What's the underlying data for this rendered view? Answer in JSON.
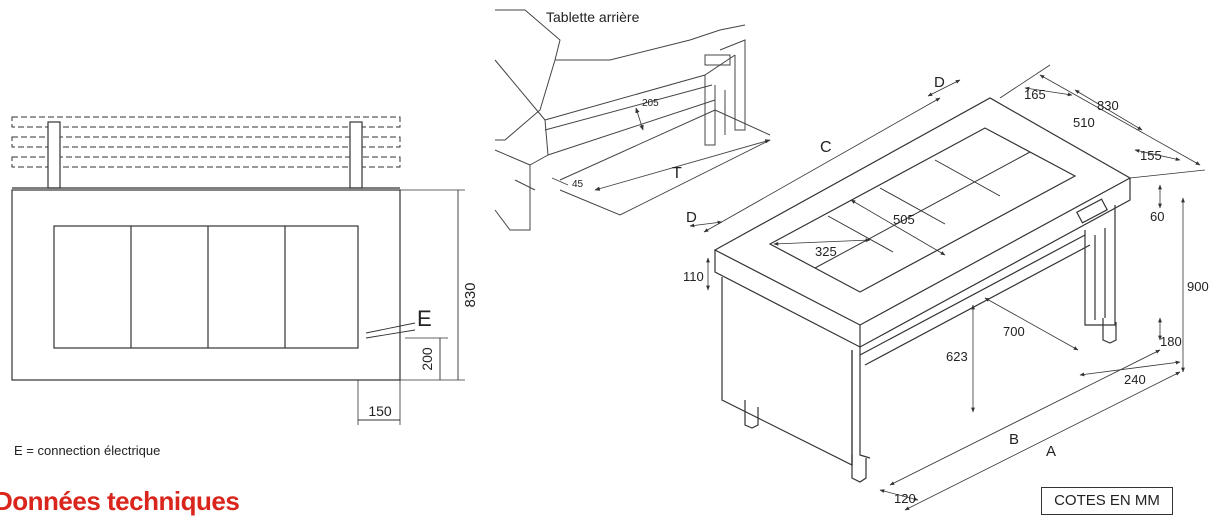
{
  "plan_view": {
    "dim_depth": "830",
    "dim_socket_height": "200",
    "dim_socket_offset": "150",
    "socket_marker": "E"
  },
  "legend": "E = connection électrique",
  "inset": {
    "title": "Tablette arrière",
    "dim_shelf_depth": "205",
    "dim_shelf_height": "45",
    "dim_shelf_length": "T"
  },
  "iso_view": {
    "label_c": "C",
    "label_d_top": "D",
    "label_d_side": "D",
    "dim_165": "165",
    "dim_830": "830",
    "dim_510": "510",
    "dim_155": "155",
    "dim_60": "60",
    "dim_900": "900",
    "dim_110": "110",
    "dim_505": "505",
    "dim_325": "325",
    "dim_700": "700",
    "dim_623": "623",
    "dim_180": "180",
    "dim_240": "240",
    "label_b": "B",
    "label_a": "A",
    "dim_120": "120"
  },
  "section_heading": "Données techniques",
  "units_box": "COTES EN MM",
  "colors": {
    "heading": "#d9251c",
    "line": "#333333"
  }
}
